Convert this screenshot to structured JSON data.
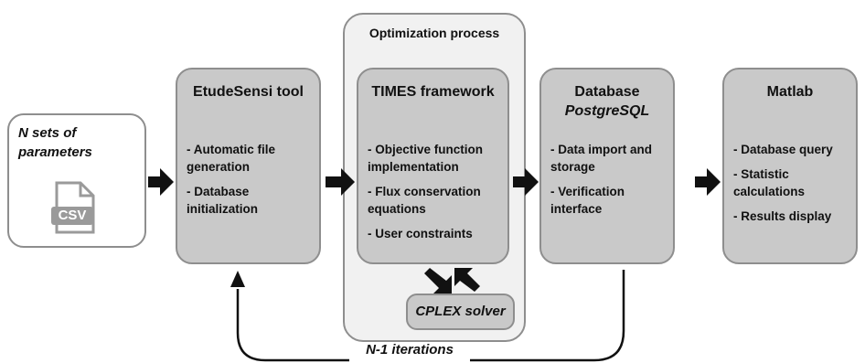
{
  "input": {
    "label": "N sets of parameters",
    "icon": "csv-file-icon",
    "icon_text": "CSV"
  },
  "optimization": {
    "label": "Optimization process",
    "solver": "CPLEX solver"
  },
  "etude": {
    "title": "EtudeSensi tool",
    "items": [
      "- Automatic file generation",
      "- Database initialization"
    ]
  },
  "times": {
    "title": "TIMES framework",
    "items": [
      "- Objective function implementation",
      "- Flux conservation equations",
      "- User constraints"
    ]
  },
  "database": {
    "title": "Database",
    "subtitle": "PostgreSQL",
    "items": [
      "- Data import and storage",
      "- Verification interface"
    ]
  },
  "matlab": {
    "title": "Matlab",
    "items": [
      "- Database query",
      "- Statistic calculations",
      "- Results display"
    ]
  },
  "loop": {
    "label": "N-1 iterations"
  }
}
